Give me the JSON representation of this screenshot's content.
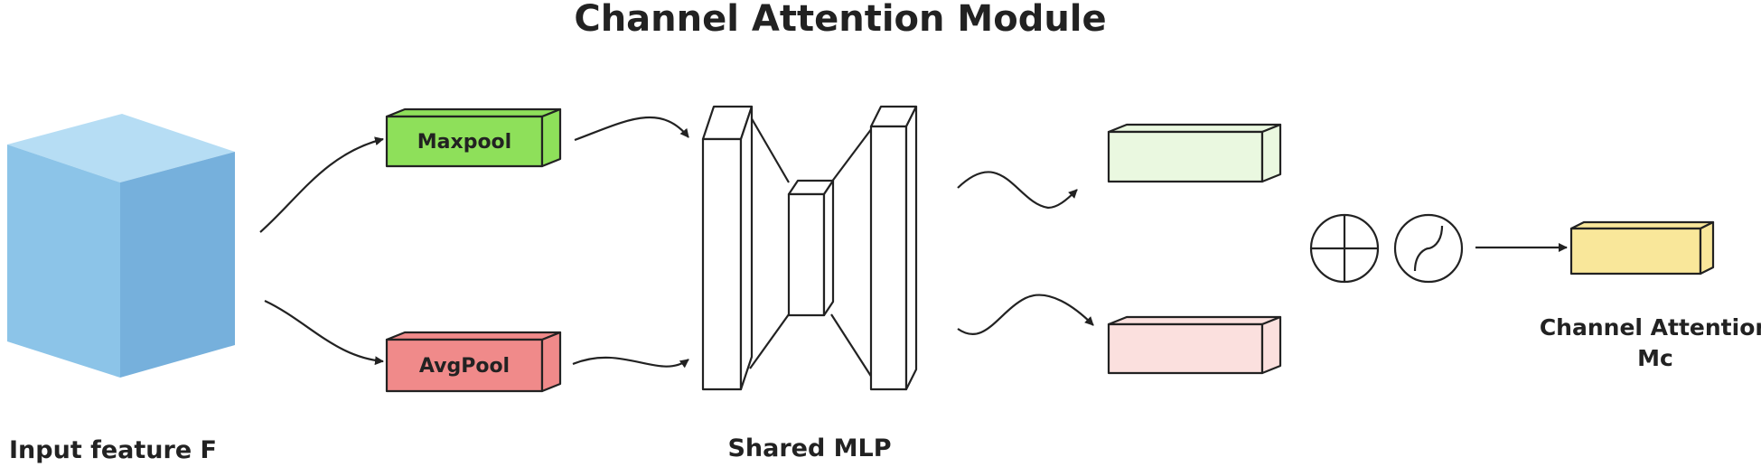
{
  "title": "Channel Attention Module",
  "labels": {
    "input": "Input feature F",
    "mlp": "Shared MLP",
    "output_line1": "Channel Attention",
    "output_line2": "Mc"
  },
  "boxes": {
    "maxpool": "Maxpool",
    "avgpool": "AvgPool"
  },
  "colors": {
    "cube_front": "#8CC4E8",
    "cube_top": "#B6DDF4",
    "cube_side": "#76B0DC",
    "maxpool": "#8EE05A",
    "avgpool": "#F08A8A",
    "out_max": "#EAF8E0",
    "out_avg": "#FBE0DE",
    "attention": "#F9E79A"
  },
  "icons": [
    "plus-circle-icon",
    "sigmoid-icon"
  ]
}
